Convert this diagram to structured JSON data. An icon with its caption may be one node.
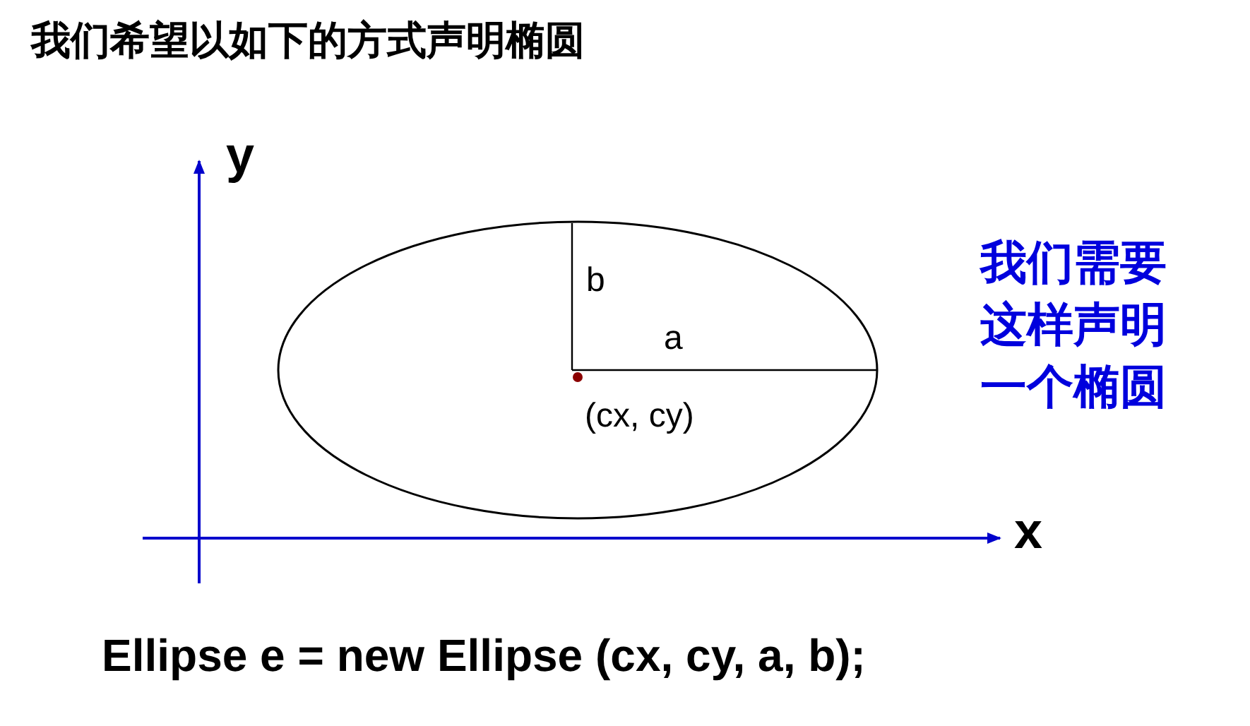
{
  "diagram": {
    "title": "我们希望以如下的方式声明椭圆",
    "labels": [
      "y",
      "b",
      "a",
      "(cx, cy)",
      "我们需要这样声明一个椭圆",
      "x",
      "Ellipse e = new Ellipse (cx, cy, a, b);"
    ]
  }
}
